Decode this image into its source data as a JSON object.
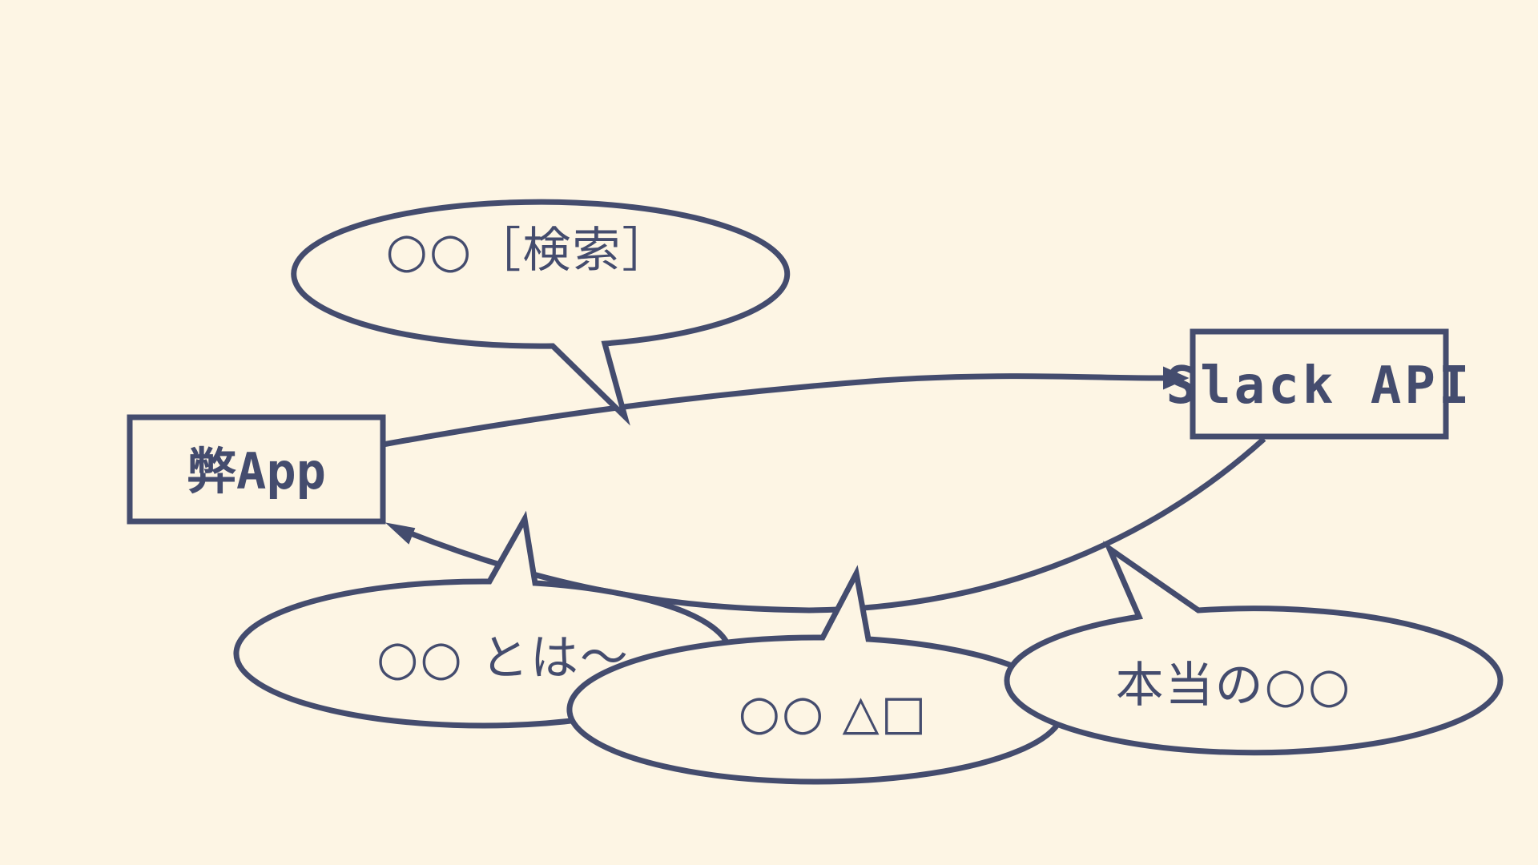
{
  "nodes": {
    "app": {
      "label": "弊App"
    },
    "slack": {
      "label": "Slack API"
    }
  },
  "bubbles": {
    "search": {
      "text": "○○［検索］"
    },
    "whatis": {
      "text": "○○ とは〜"
    },
    "triangle_square": {
      "text": "○○ △□"
    },
    "honto": {
      "text": "本当の○○"
    }
  },
  "colors": {
    "background": "#fdf5e4",
    "stroke": "#444c6e"
  }
}
